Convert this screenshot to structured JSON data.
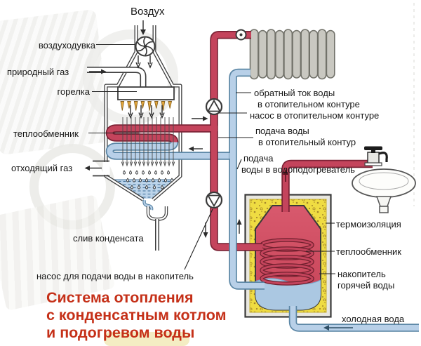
{
  "title": {
    "line1": "Система отопления",
    "line2": "с конденсатным котлом",
    "line3": "и подогревом воды"
  },
  "labels": {
    "air": "Воздух",
    "blower": "воздуходувка",
    "natural_gas": "природный газ",
    "burner": "горелка",
    "boiler_heat_exchanger": "теплообменник",
    "flue_gas": "отходящий газ",
    "condensate_drain": "слив конденсата",
    "storage_feed_pump": "насос для подачи воды в накопитель",
    "return_flow_line1": "обратный ток воды",
    "return_flow_line2": "в отопительном контуре",
    "heating_circuit_pump": "насос в отопительном контуре",
    "heating_supply_line1": "подача воды",
    "heating_supply_line2": "в отопительный контур",
    "heater_supply_line1": "подача",
    "heater_supply_line2": "воды в водоподогреватель",
    "thermal_insulation": "термоизоляция",
    "tank_heat_exchanger": "теплообменник",
    "hot_water_storage_line1": "накопитель",
    "hot_water_storage_line2": "горячей воды",
    "cold_water": "холодная вода"
  },
  "colors": {
    "hot_pipe": "#c4445c",
    "hot_pipe_outline": "#7d2336",
    "cold_pipe": "#b8d0e8",
    "cold_pipe_outline": "#5c87a6",
    "insulation_yellow": "#efdc42",
    "tank_interior_red": "#cf4d60",
    "tank_water_blue": "#abc8e2",
    "radiator_gray": "#c9c8c1",
    "title_red": "#c53018",
    "label_text": "#171717"
  },
  "icons": [
    "fan-icon",
    "pump-icon",
    "air-vent-icon",
    "faucet-icon",
    "sink-icon",
    "radiator-icon",
    "flame-icon",
    "droplet-icon"
  ]
}
